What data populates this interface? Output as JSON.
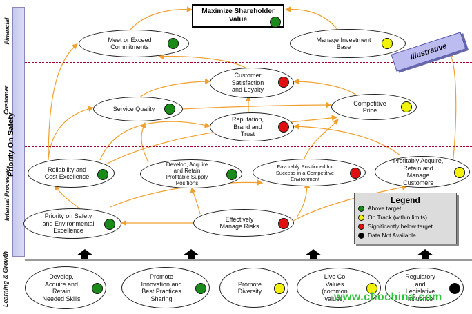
{
  "lanes": {
    "financial": "Financial",
    "customer": "Customer",
    "internal": "Internal Processes",
    "learning": "Learning & Growth"
  },
  "priority_label": "Priority On Safety",
  "title": {
    "line1": "Maximize Shareholder",
    "line2": "Value"
  },
  "illustrative": "Illustrative",
  "nodes": {
    "commitments": {
      "l1": "Meet or Exceed",
      "l2": "Commitments"
    },
    "investment": {
      "l1": "Manage Investment",
      "l2": "Base"
    },
    "satisfaction": {
      "l1": "Customer",
      "l2": "Satisfaction",
      "l3": "and Loyalty"
    },
    "service": {
      "l1": "Service Quality"
    },
    "price": {
      "l1": "Competitive",
      "l2": "Price"
    },
    "reputation": {
      "l1": "Reputation,",
      "l2": "Brand and",
      "l3": "Trust"
    },
    "reliability": {
      "l1": "Reliability and",
      "l2": "Cost Excellence"
    },
    "supply": {
      "l1": "Develop, Acquire",
      "l2": "and Retain",
      "l3": "Profitable Supply",
      "l4": "Positions"
    },
    "positioned": {
      "l1": "Favorably Positioned for",
      "l2": "Success in a Competitive",
      "l3": "Environment"
    },
    "customers": {
      "l1": "Profitably Acquire,",
      "l2": "Retain and",
      "l3": "Manage",
      "l4": "Customers"
    },
    "safety": {
      "l1": "Priority on Safety",
      "l2": "and Environmental",
      "l3": "Excellence"
    },
    "risks": {
      "l1": "Effectively",
      "l2": "Manage Risks"
    },
    "skills": {
      "l1": "Develop,",
      "l2": "Acquire and",
      "l3": "Retain",
      "l4": "Needed Skills"
    },
    "innovation": {
      "l1": "Promote",
      "l2": "Innovation and",
      "l3": "Best Practices",
      "l4": "Sharing"
    },
    "diversity": {
      "l1": "Promote",
      "l2": "Diversity"
    },
    "values": {
      "l1": "Live Co",
      "l2": "Values",
      "l3": "(common",
      "l4": "values)"
    },
    "regulatory": {
      "l1": "Regulatory",
      "l2": "and",
      "l3": "Legislative",
      "l4": "Influence"
    }
  },
  "status_colors": {
    "green": "#1a8a1a",
    "yellow": "#f2f20a",
    "red": "#e01010",
    "black": "#000000"
  },
  "legend": {
    "title": "Legend",
    "items": [
      {
        "label": "Above target",
        "color": "#1a8a1a"
      },
      {
        "label": "On Track (within limits)",
        "color": "#f2f20a"
      },
      {
        "label": "Significantly below target",
        "color": "#e01010"
      },
      {
        "label": "Data Not Available",
        "color": "#000000"
      }
    ]
  },
  "watermark": "www.chochina.com",
  "colors": {
    "connector": "#f0a030",
    "lane_divider": "#a0003a",
    "sidebar": "#c8c8ee"
  }
}
